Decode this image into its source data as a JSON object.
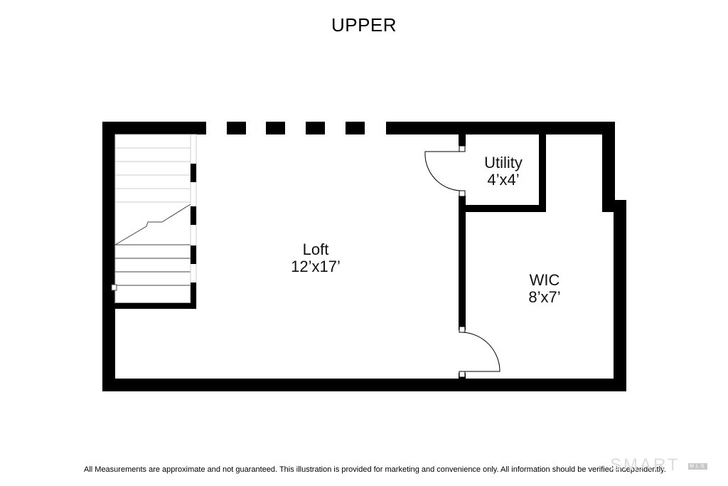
{
  "title": "UPPER",
  "rooms": [
    {
      "id": "loft",
      "name": "Loft",
      "size": "12’x17’"
    },
    {
      "id": "utility",
      "name": "Utility",
      "size": "4’x4’"
    },
    {
      "id": "wic",
      "name": "WIC",
      "size": "8’x7’"
    }
  ],
  "disclaimer": "All Measurements are approximate and not guaranteed.  This illustration is provided for marketing and convenience only.  All information should be verified independently.",
  "watermark": {
    "brand": "SMART",
    "sub": "MLS"
  },
  "colors": {
    "wall": "#000000",
    "stair_line": "#cccccc",
    "background": "#ffffff"
  }
}
